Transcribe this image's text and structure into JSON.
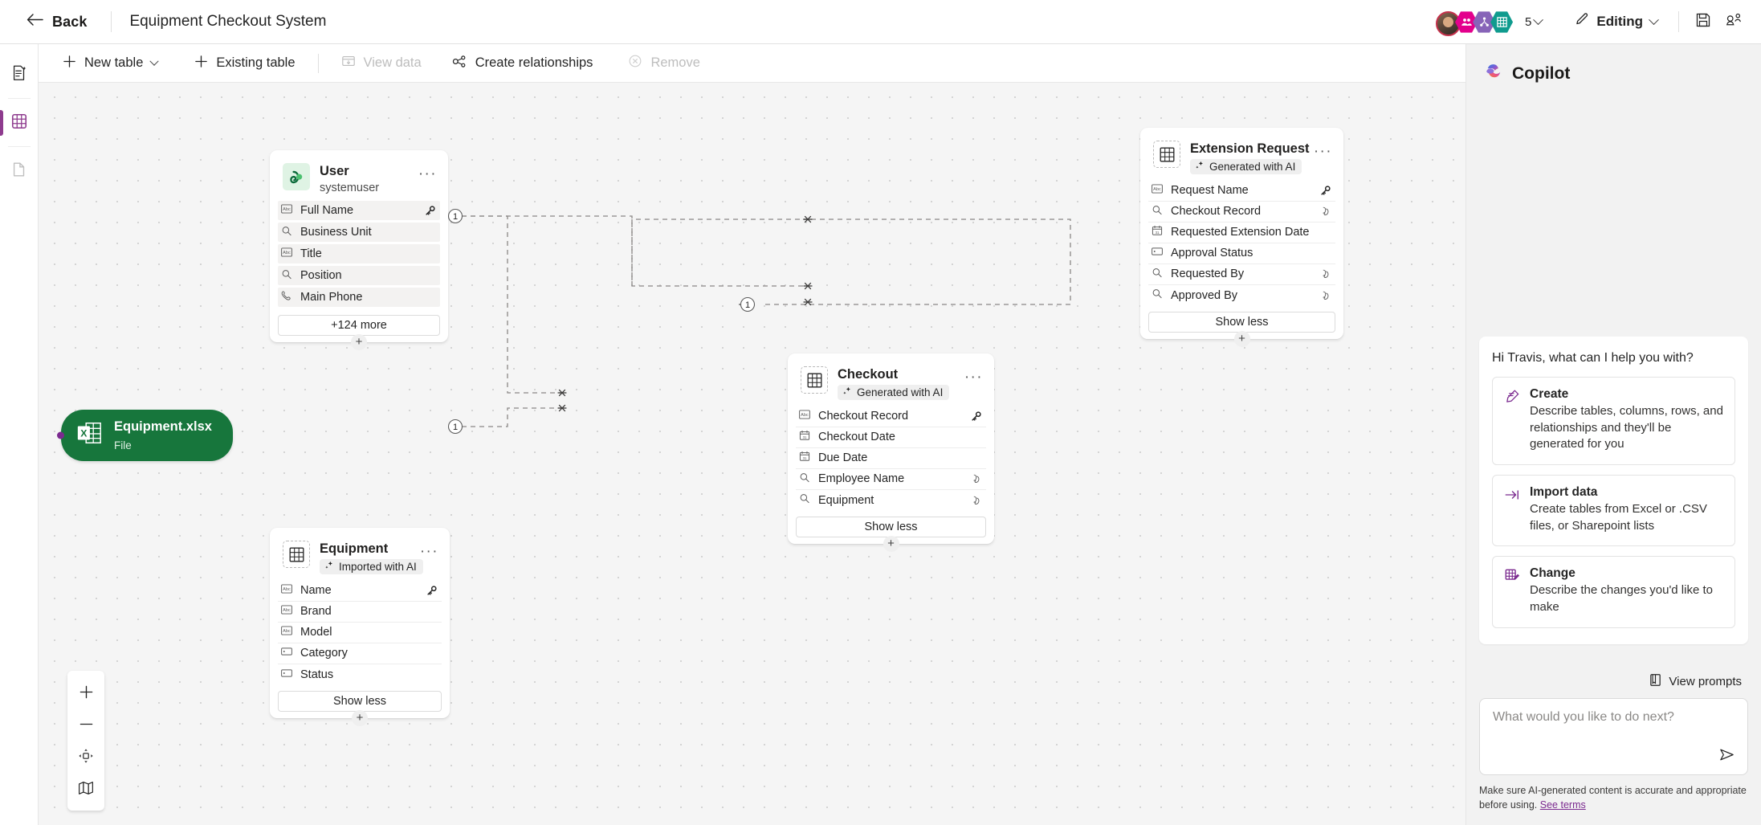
{
  "header": {
    "back_label": "Back",
    "app_title": "Equipment Checkout System",
    "collaborator_count": "5",
    "mode_label": "Editing",
    "save_icon": "save-icon",
    "share_icon": "share-icon",
    "back_icon": "arrow-left-icon",
    "edit_icon": "pencil-icon"
  },
  "rail": {
    "items": [
      {
        "name": "pages-with-ai-icon"
      },
      {
        "name": "tables-grid-icon",
        "active": true
      },
      {
        "name": "pages-icon"
      }
    ]
  },
  "toolbar": {
    "new_table": "New table",
    "existing_table": "Existing table",
    "view_data": "View data",
    "create_relationships": "Create relationships",
    "remove": "Remove"
  },
  "canvas": {
    "file_node": {
      "title": "Equipment.xlsx",
      "subtitle": "File",
      "icon": "excel-file-icon"
    },
    "controls": [
      {
        "name": "zoom-in-button",
        "icon": "plus-icon"
      },
      {
        "name": "zoom-out-button",
        "icon": "minus-icon"
      },
      {
        "name": "fit-to-view-button",
        "icon": "fit-view-icon"
      },
      {
        "name": "minimap-button",
        "icon": "map-icon"
      }
    ],
    "tables": [
      {
        "id": "user",
        "title": "User",
        "subtitle": "systemuser",
        "badge": null,
        "icon": "dataverse-table-icon",
        "footer": "+124 more",
        "rows": [
          {
            "label": "Full Name",
            "type": "text",
            "key": true
          },
          {
            "label": "Business Unit",
            "type": "lookup"
          },
          {
            "label": "Title",
            "type": "text"
          },
          {
            "label": "Position",
            "type": "lookup"
          },
          {
            "label": "Main Phone",
            "type": "phone"
          }
        ]
      },
      {
        "id": "extension-request",
        "title": "Extension Request",
        "badge": "Generated with AI",
        "icon": "table-icon",
        "footer": "Show less",
        "rows": [
          {
            "label": "Request Name",
            "type": "text",
            "key": true
          },
          {
            "label": "Checkout Record",
            "type": "lookup",
            "relationship": true
          },
          {
            "label": "Requested Extension Date",
            "type": "date"
          },
          {
            "label": "Approval Status",
            "type": "choice"
          },
          {
            "label": "Requested By",
            "type": "lookup",
            "relationship": true
          },
          {
            "label": "Approved By",
            "type": "lookup",
            "relationship": true
          }
        ]
      },
      {
        "id": "checkout",
        "title": "Checkout",
        "badge": "Generated with AI",
        "icon": "table-icon",
        "footer": "Show less",
        "rows": [
          {
            "label": "Checkout Record",
            "type": "text",
            "key": true
          },
          {
            "label": "Checkout Date",
            "type": "date"
          },
          {
            "label": "Due Date",
            "type": "date"
          },
          {
            "label": "Employee Name",
            "type": "lookup",
            "relationship": true
          },
          {
            "label": "Equipment",
            "type": "lookup",
            "relationship": true
          }
        ]
      },
      {
        "id": "equipment",
        "title": "Equipment",
        "badge": "Imported with AI",
        "icon": "table-icon",
        "footer": "Show less",
        "rows": [
          {
            "label": "Name",
            "type": "text",
            "key": true
          },
          {
            "label": "Brand",
            "type": "text"
          },
          {
            "label": "Model",
            "type": "text"
          },
          {
            "label": "Category",
            "type": "choice"
          },
          {
            "label": "Status",
            "type": "choice"
          }
        ]
      }
    ],
    "relationship_markers": {
      "one": "1",
      "many": "*"
    }
  },
  "copilot": {
    "title": "Copilot",
    "greeting": "Hi Travis, what can I help you with?",
    "suggestions": [
      {
        "icon": "create-pencil-icon",
        "title": "Create",
        "desc": "Describe tables, columns, rows, and relationships and they'll be generated for you"
      },
      {
        "icon": "import-arrow-icon",
        "title": "Import data",
        "desc": "Create tables from Excel or .CSV files, or Sharepoint lists"
      },
      {
        "icon": "change-table-icon",
        "title": "Change",
        "desc": "Describe the changes you'd like to make"
      }
    ],
    "view_prompts": "View prompts",
    "input_placeholder": "What would you like to do next?",
    "send_icon": "send-icon",
    "disclaimer": "Make sure AI-generated content is accurate and appropriate before using.",
    "terms_link": "See terms"
  },
  "colors": {
    "accent": "#7b2a8f",
    "excel_green": "#17763c",
    "rail_active": "#8e3b8e",
    "canvas_bg": "#f5f5f5"
  }
}
